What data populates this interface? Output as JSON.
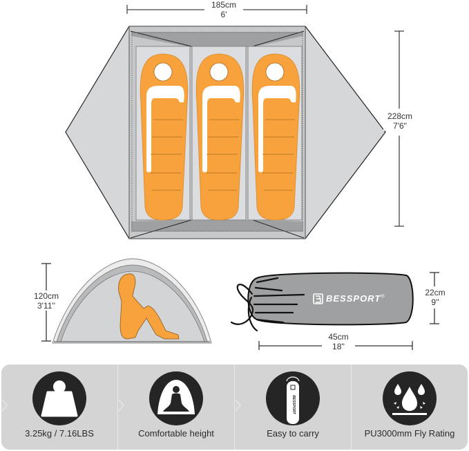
{
  "top_view": {
    "width_dim": {
      "metric": "185cm",
      "imperial": "6'"
    },
    "length_dim": {
      "metric": "228cm",
      "imperial": "7'6\""
    },
    "sleeping_bags": 3
  },
  "side_view": {
    "height_dim": {
      "metric": "120cm",
      "imperial": "3'11''"
    }
  },
  "bag_view": {
    "brand": "BESSPORT",
    "brand_mark": "®",
    "height_dim": {
      "metric": "22cm",
      "imperial": "9''"
    },
    "length_dim": {
      "metric": "45cm",
      "imperial": "18''"
    }
  },
  "features": [
    {
      "icon": "weight-icon",
      "label": "3.25kg / 7.16LBS"
    },
    {
      "icon": "tent-person-icon",
      "label": "Comfortable height"
    },
    {
      "icon": "carry-bag-icon",
      "label": "Easy to carry"
    },
    {
      "icon": "water-drops-icon",
      "label": "PU3000mm Fly Rating"
    }
  ],
  "colors": {
    "orange": "#f7a23c",
    "tent_gray": "#d3d5d8",
    "strip_bg": "#d4d4d4",
    "icon_bg": "#252525"
  }
}
